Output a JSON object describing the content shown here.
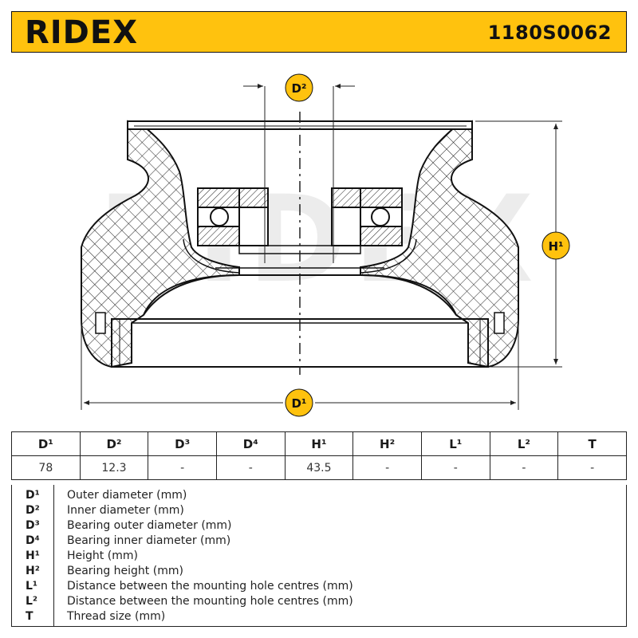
{
  "header": {
    "brand": "RIDEX",
    "part_number": "1180S0062"
  },
  "drawing": {
    "labels": {
      "d2": "D²",
      "d1": "D¹",
      "h1": "H¹"
    },
    "watermark": "RIDEX"
  },
  "specs": {
    "headers": [
      "D¹",
      "D²",
      "D³",
      "D⁴",
      "H¹",
      "H²",
      "L¹",
      "L²",
      "T"
    ],
    "values": [
      "78",
      "12.3",
      "-",
      "-",
      "43.5",
      "-",
      "-",
      "-",
      "-"
    ]
  },
  "legend": [
    {
      "symbol": "D¹",
      "text": "Outer diameter (mm)"
    },
    {
      "symbol": "D²",
      "text": "Inner diameter (mm)"
    },
    {
      "symbol": "D³",
      "text": "Bearing outer diameter (mm)"
    },
    {
      "symbol": "D⁴",
      "text": "Bearing inner diameter (mm)"
    },
    {
      "symbol": "H¹",
      "text": "Height (mm)"
    },
    {
      "symbol": "H²",
      "text": "Bearing height (mm)"
    },
    {
      "symbol": "L¹",
      "text": "Distance between the mounting hole centres (mm)"
    },
    {
      "symbol": "L²",
      "text": "Distance between the mounting hole centres (mm)"
    },
    {
      "symbol": "T",
      "text": "Thread size (mm)"
    }
  ],
  "colors": {
    "accent": "#ffc20e",
    "line": "#111111"
  }
}
